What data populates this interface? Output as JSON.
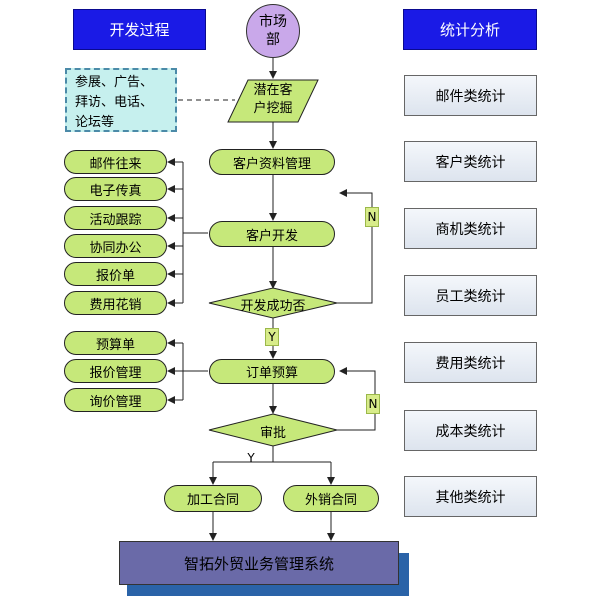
{
  "headers": {
    "left": "开发过程",
    "right": "统计分析"
  },
  "market": "市场部",
  "note": [
    "参展、广告、",
    "拜访、电话、",
    "论坛等"
  ],
  "flow": {
    "potential": [
      "潜在客",
      "户挖掘"
    ],
    "customer_mgmt": "客户资料管理",
    "customer_dev": "客户开发",
    "dev_success": "开发成功否",
    "order_budget": "订单预算",
    "approve": "审批",
    "processing_contract": "加工合同",
    "export_contract": "外销合同"
  },
  "yes_label": "Y",
  "no_label": "N",
  "dev_items": [
    "邮件往来",
    "电子传真",
    "活动跟踪",
    "协同办公",
    "报价单",
    "费用花销"
  ],
  "order_items": [
    "预算单",
    "报价管理",
    "询价管理"
  ],
  "stats": [
    "邮件类统计",
    "客户类统计",
    "商机类统计",
    "员工类统计",
    "费用类统计",
    "成本类统计",
    "其他类统计"
  ],
  "system_bar": "智拓外贸业务管理系统",
  "colors": {
    "header_blue": "#1a1ae6",
    "pill_green": "#c6e87a",
    "market_purple": "#c9a8ea",
    "note_fill": "#c6f0ee"
  }
}
